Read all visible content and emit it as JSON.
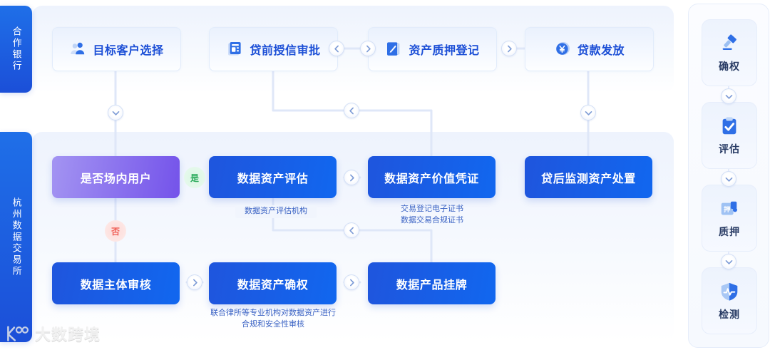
{
  "lanes": [
    {
      "id": "bank",
      "label": "合作银行"
    },
    {
      "id": "exchange",
      "label": "杭州数据交易所"
    }
  ],
  "top_row": [
    {
      "label": "目标客户选择",
      "icon": "users-icon"
    },
    {
      "label": "贷前授信审批",
      "icon": "credit-approval-icon"
    },
    {
      "label": "资产质押登记",
      "icon": "pledge-register-icon"
    },
    {
      "label": "贷款发放",
      "icon": "yen-coin-icon"
    }
  ],
  "middle_row": [
    {
      "label": "是否场内用户",
      "style": "purple"
    },
    {
      "label": "数据资产评估",
      "style": "blue"
    },
    {
      "label": "数据资产价值凭证",
      "style": "blue"
    },
    {
      "label": "贷后监测资产处置",
      "style": "blue"
    }
  ],
  "bottom_row": [
    {
      "label": "数据主体审核",
      "style": "blue"
    },
    {
      "label": "数据资产确权",
      "style": "blue"
    },
    {
      "label": "数据产品挂牌",
      "style": "blue"
    }
  ],
  "badges": {
    "yes": "是",
    "no": "否"
  },
  "captions": {
    "assessment_org": "数据资产评估机构",
    "certificates": "交易登记电子证书\n数据交易合规证书",
    "legal_review": "联合律所等专业机构对数据资产进行\n合规和安全性审核"
  },
  "sidebar": [
    {
      "label": "确权",
      "icon": "gavel-icon"
    },
    {
      "label": "评估",
      "icon": "clipboard-check-icon"
    },
    {
      "label": "质押",
      "icon": "pledge-icon"
    },
    {
      "label": "检测",
      "icon": "shield-pulse-icon"
    }
  ],
  "watermark": {
    "text": "大数跨境",
    "logo": "k100-logo-icon"
  },
  "colors": {
    "lane_blue": "#1b4fd8",
    "card_blue": "#1167ef",
    "card_purple": "#7453ea",
    "text_blue": "#1c4fd6",
    "yes_green": "#2cab5c",
    "no_red": "#ef5e55",
    "wire": "#dde6f8"
  }
}
